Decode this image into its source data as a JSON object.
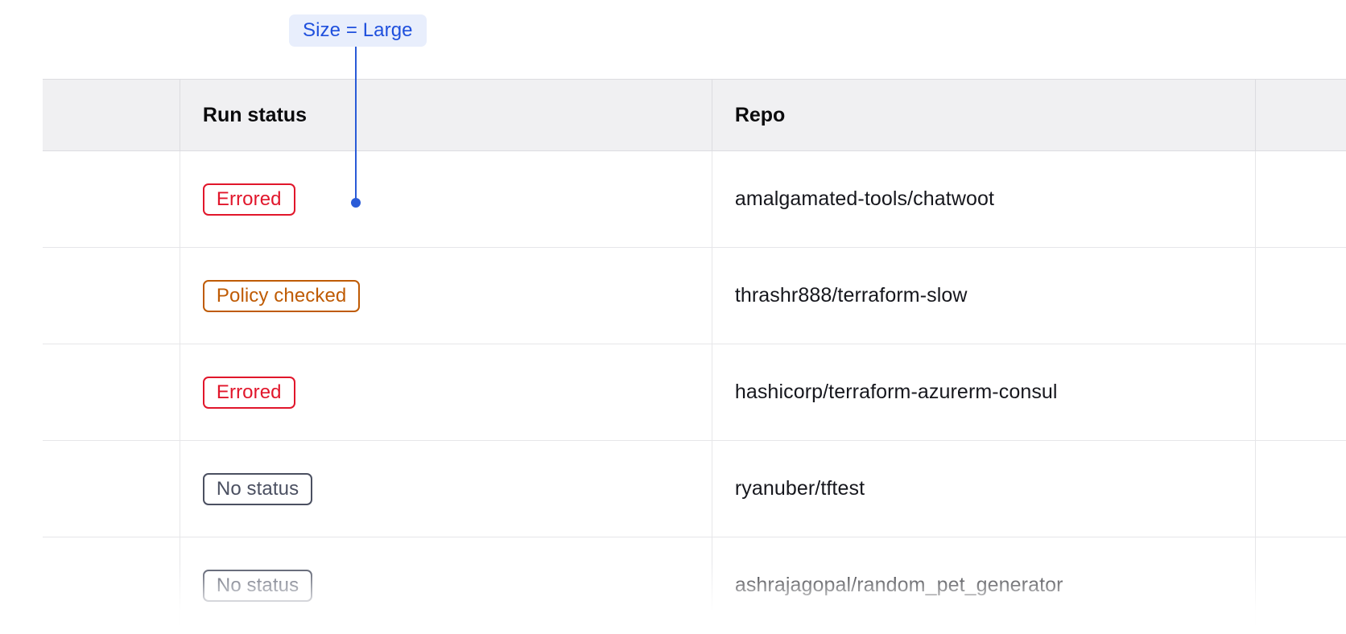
{
  "annotation": {
    "label": "Size = Large",
    "chip_bg": "#e8eefc",
    "chip_text_color": "#1f50dd",
    "leader_color": "#2a5bd7"
  },
  "table": {
    "columns": [
      {
        "key": "select",
        "label": ""
      },
      {
        "key": "status",
        "label": "Run status"
      },
      {
        "key": "repo",
        "label": "Repo"
      },
      {
        "key": "tail",
        "label": ""
      }
    ],
    "rows": [
      {
        "status": "Errored",
        "status_variant": "errored",
        "repo": "amalgamated-tools/chatwoot"
      },
      {
        "status": "Policy checked",
        "status_variant": "policy",
        "repo": "thrashr888/terraform-slow"
      },
      {
        "status": "Errored",
        "status_variant": "errored",
        "repo": "hashicorp/terraform-azurerm-consul"
      },
      {
        "status": "No status",
        "status_variant": "none",
        "repo": "ryanuber/tftest"
      },
      {
        "status": "No status",
        "status_variant": "none",
        "repo": "ashrajagopal/random_pet_generator"
      }
    ]
  },
  "colors": {
    "errored": "#e1162b",
    "policy_checked": "#bf5b04",
    "no_status": "#4b5061",
    "header_bg": "#f0f0f2",
    "border": "#dcdce0",
    "row_border": "#e6e6e9",
    "text": "#16171d"
  }
}
